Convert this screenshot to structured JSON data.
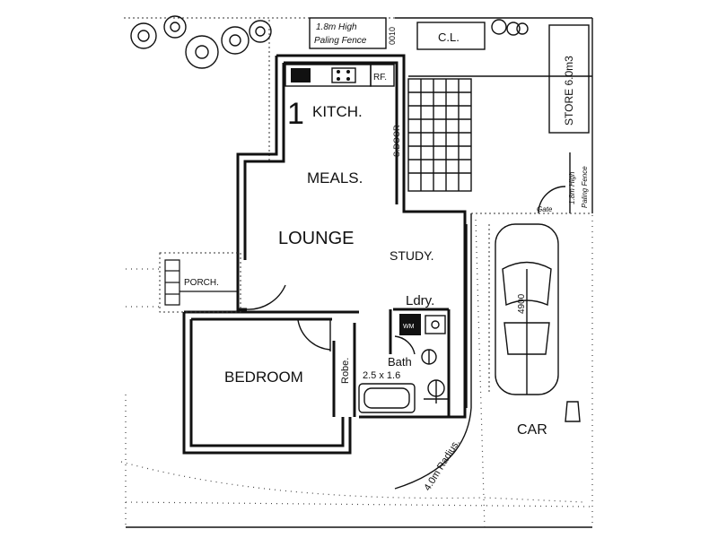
{
  "labels": {
    "fence_top": "1.8m High",
    "fence_top_2": "Paling Fence",
    "fence_top_code": "0010",
    "cl": "C.L.",
    "store": "STORE 6.0m3",
    "fence_right": "1.8m High",
    "fence_right_2": "Paling Fence",
    "gate": "Gate",
    "unit_number": "1",
    "kitchen": "KITCH.",
    "fridge": "RF.",
    "sdoor": "S.DOOR",
    "meals": "MEALS.",
    "lounge": "LOUNGE",
    "study": "STUDY.",
    "porch": "PORCH.",
    "laundry": "Ldry.",
    "wm": "WM",
    "robe": "Robe.",
    "bath": "Bath",
    "bath_size": "2.5 x 1.6",
    "bedroom": "BEDROOM",
    "car_dim": "4900",
    "car": "CAR",
    "radius": "4.0m Radius."
  }
}
